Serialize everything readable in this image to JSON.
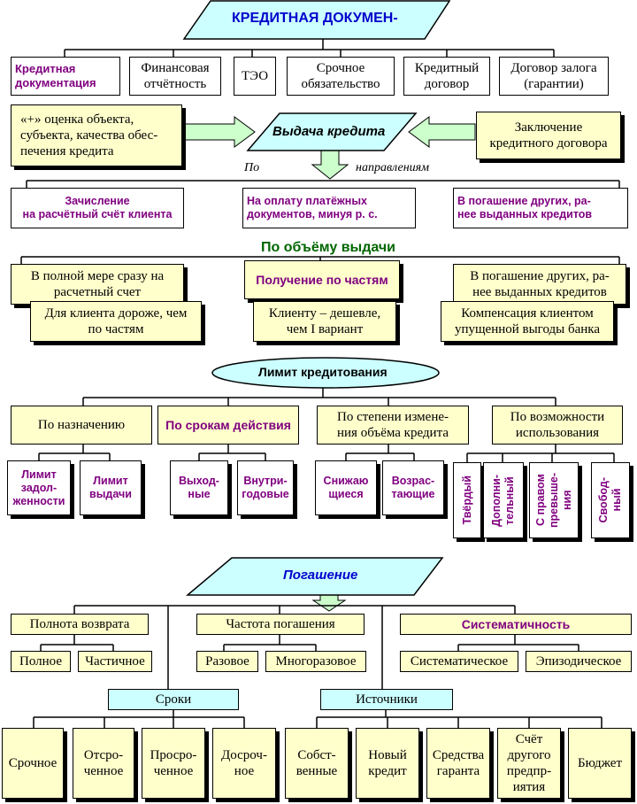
{
  "header": {
    "title": "КРЕДИТНАЯ ДОКУМЕН-"
  },
  "docs": [
    "Кредитная\nдокументация",
    "Финансовая\nотчётность",
    "ТЭО",
    "Срочное\nобязательство",
    "Кредитный\nдоговор",
    "Договор залога\n(гарантии)"
  ],
  "issue": {
    "title": "Выдача кредита",
    "left_note": "«+» оценка объекта,\nсубъекта, качества обес-\nпечения кредита",
    "right_note": "Заключение\nкредитного договора",
    "by": "По",
    "directions": "направлениям"
  },
  "directions": [
    "Зачисление\nна расчётный счёт клиента",
    "На оплату платёжных\nдокументов, минуя р. с.",
    "В погашение других, ра-\nнее выданных кредитов"
  ],
  "volume": {
    "title": "По объёму выдачи",
    "items": [
      {
        "top": "В полной мере сразу на\nрасчетный счет",
        "bottom": "Для клиента дороже, чем\nпо частям"
      },
      {
        "top": "Получение по частям",
        "bottom": "Клиенту – дешевле,\nчем I вариант"
      },
      {
        "top": "В погашение других, ра-\nнее выданных кредитов",
        "bottom": "Компенсация клиентом\nупущенной выгоды банка"
      }
    ]
  },
  "limit": {
    "title": "Лимит кредитования",
    "groups": [
      "По назначению",
      "По срокам действия",
      "По степени измене-\nния объёма кредита",
      "По возможности\nиспользования"
    ],
    "leaves": [
      "Лимит\nзадол-\nженности",
      "Лимит\nвыдачи",
      "Выход-\nные",
      "Внутри-\nгодовые",
      "Снижаю\nщиеся",
      "Возрас-\nтающие"
    ],
    "vertical_leaves": [
      "Твёрдый",
      "Дополни-\nтельный",
      "С правом\nпревыше-\nния",
      "Свобод-\nный"
    ]
  },
  "repay": {
    "title": "Погашение",
    "groups": [
      {
        "title": "Полнота возврата",
        "items": [
          "Полное",
          "Частичное"
        ]
      },
      {
        "title": "Частота погашения",
        "items": [
          "Разовое",
          "Многоразовое"
        ]
      },
      {
        "title": "Систематичность",
        "items": [
          "Систематическое",
          "Эпизодическое"
        ]
      }
    ],
    "terms": {
      "title": "Сроки",
      "items": [
        "Срочное",
        "Отсро-\nченное",
        "Просро-\nченное",
        "Досроч-\nное"
      ]
    },
    "sources": {
      "title": "Источники",
      "items": [
        "Собст-\nвенные",
        "Новый\nкредит",
        "Средства\nгаранта",
        "Счёт\nдругого\nпредпр-\nиятия",
        "Бюджет"
      ]
    }
  },
  "colors": {
    "yellow": "#ffffcc",
    "cyan": "#ccffff",
    "purple": "#800080",
    "green": "#006600",
    "blue": "#0000cc",
    "arrow": "#ccffcc"
  }
}
